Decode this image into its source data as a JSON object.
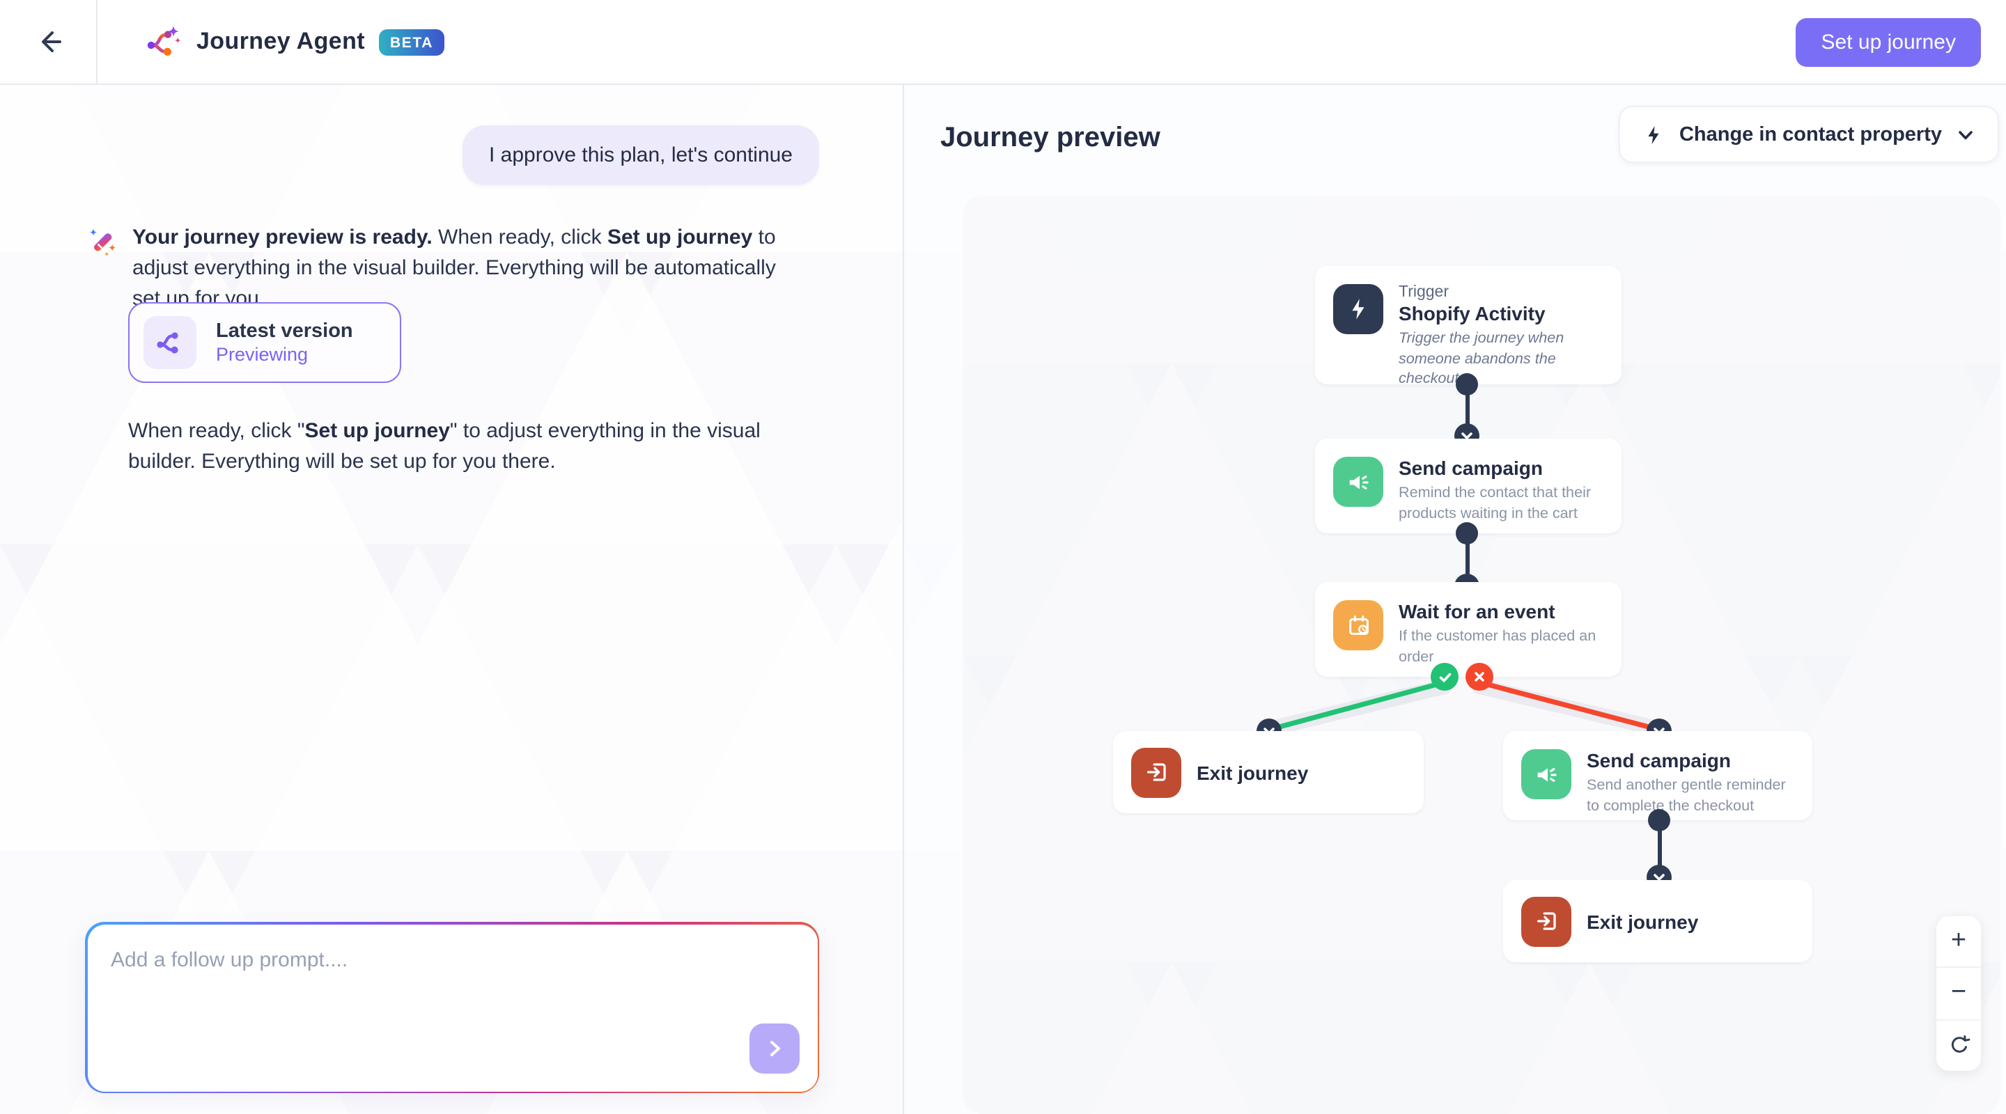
{
  "header": {
    "app_title": "Journey Agent",
    "beta_label": "BETA",
    "setup_button": "Set up journey"
  },
  "chat": {
    "user_message": "I approve this plan, let's continue",
    "assistant_message": {
      "bold_intro": "Your journey preview is ready.",
      "text_1": " When ready, click ",
      "bold_cta": "Set up journey",
      "text_2": " to adjust everything in the visual builder. Everything will be automatically set up for you."
    },
    "version_card": {
      "title": "Latest version",
      "status": "Previewing"
    },
    "note": {
      "text_1": "When ready, click \"",
      "bold_cta": "Set up journey",
      "text_2": "\" to adjust everything in the visual builder. Everything will be set up for you there."
    },
    "input": {
      "placeholder": "Add a follow up prompt...."
    }
  },
  "preview": {
    "title": "Journey preview",
    "dropdown_label": "Change in contact property",
    "zoom_in": "+",
    "zoom_out": "−"
  },
  "flow": {
    "nodes": [
      {
        "kind": "Trigger",
        "title": "Shopify Activity",
        "description": "Trigger the journey when someone abandons the checkout"
      },
      {
        "title": "Send campaign",
        "description": "Remind the contact that their products waiting in the cart"
      },
      {
        "title": "Wait for an event",
        "description": "If the customer has placed an order"
      },
      {
        "title": "Exit journey"
      },
      {
        "title": "Send campaign",
        "description": "Send another gentle reminder to complete the checkout"
      },
      {
        "title": "Exit journey"
      }
    ]
  },
  "icons": {
    "back-icon": "←",
    "chevron-down-icon": "v",
    "send-icon": "›",
    "refresh-icon": "↻",
    "check-icon": "✓",
    "cross-icon": "✕"
  },
  "colors": {
    "accent_purple": "#7b6ef6",
    "navy": "#2e3a52",
    "campaign_green": "#50cb90",
    "success_green": "#21c274",
    "danger_red": "#f5472c",
    "exit_rust": "#bf4b31",
    "wait_orange": "#f6a94a",
    "beta_gradient_start": "#2fb0c4",
    "beta_gradient_end": "#3d53cc"
  }
}
